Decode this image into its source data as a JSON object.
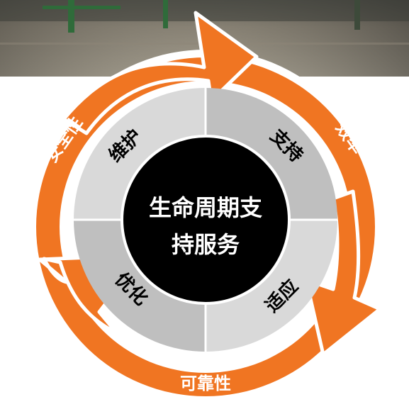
{
  "center": {
    "line1": "生命周期支",
    "line2": "持服务"
  },
  "segments": {
    "top_left": "维护",
    "top_right": "支持",
    "bottom_left": "优化",
    "bottom_right": "适应"
  },
  "ring": {
    "left": "安全性",
    "right": "效率",
    "bottom": "可靠性"
  },
  "colors": {
    "orange": "#f07522",
    "segment_light": "#d9d9d9",
    "segment_mid": "#bfbfbf",
    "center_fill": "#000000",
    "center_text": "#ffffff",
    "segment_text": "#000000",
    "ring_text": "#ffffff"
  },
  "background_image": "factory-floor-photo"
}
